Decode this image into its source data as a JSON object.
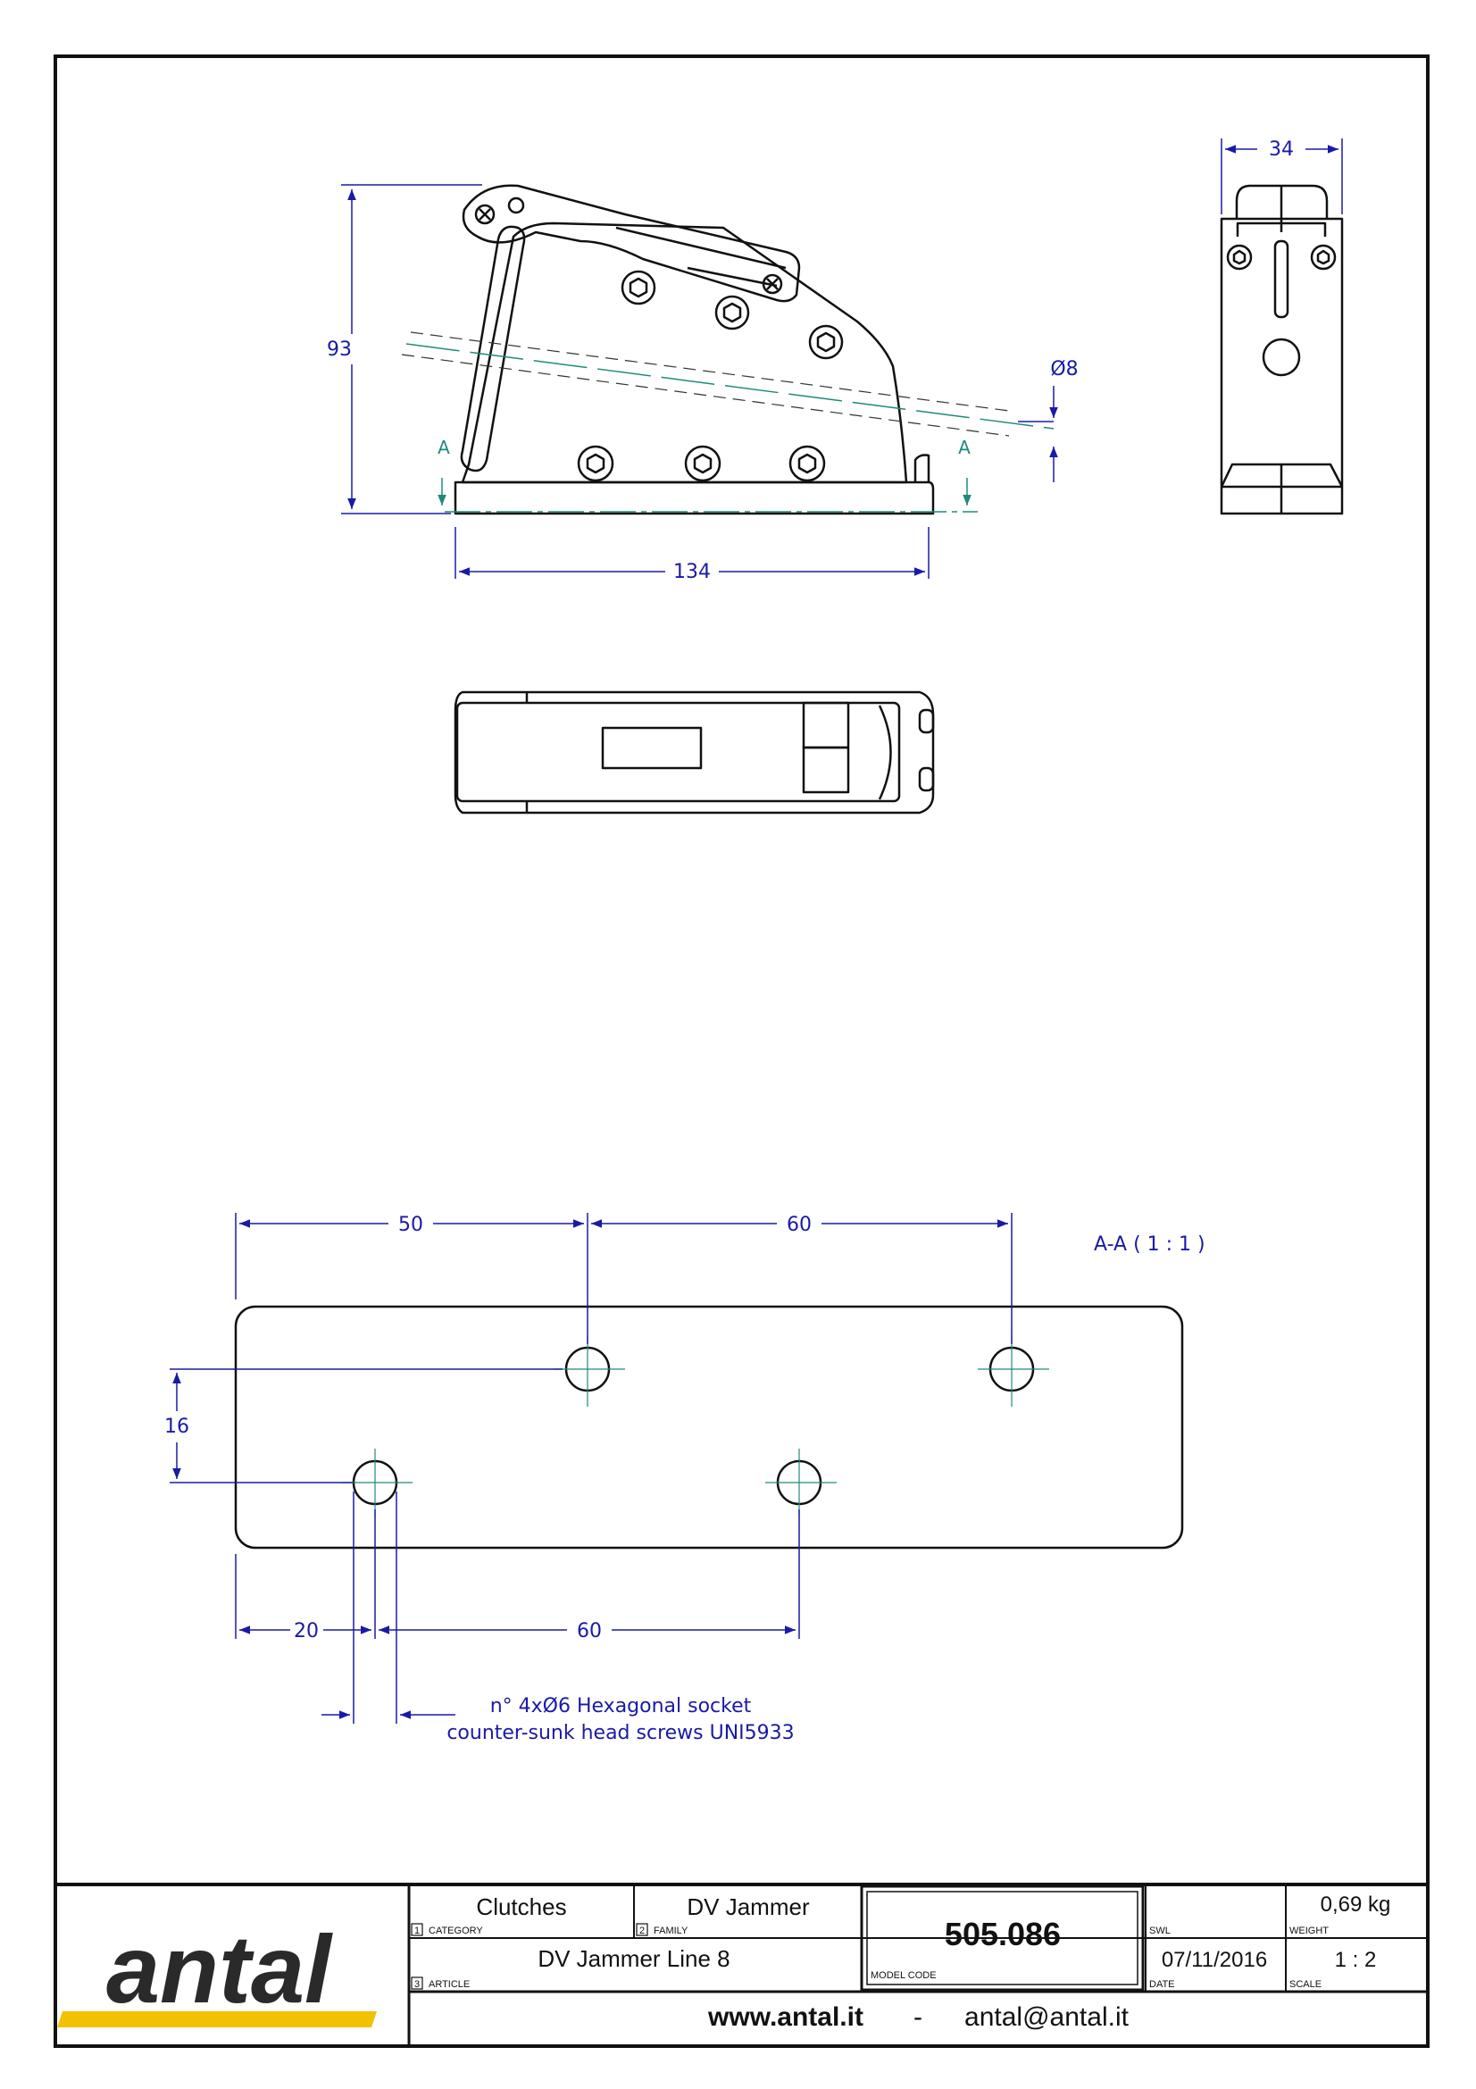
{
  "drawing": {
    "dims": {
      "height": "93",
      "width_top": "34",
      "diameter": "Ø8",
      "length": "134",
      "section_mark": "A",
      "hole_spacing_a": "50",
      "hole_spacing_b": "60",
      "hole_offset_y": "16",
      "hole_offset_x": "20",
      "hole_spacing_c": "60"
    },
    "section_title": "A-A ( 1 : 1 )",
    "screw_note_line1": "n° 4xØ6 Hexagonal socket",
    "screw_note_line2": "counter-sunk head screws UNI5933"
  },
  "title_block": {
    "logo_text": "antal",
    "category_value": "Clutches",
    "category_num": "1",
    "category_label": "CATEGORY",
    "family_value": "DV Jammer",
    "family_num": "2",
    "family_label": "FAMILY",
    "article_value": "DV Jammer Line 8",
    "article_num": "3",
    "article_label": "ARTICLE",
    "model_code": "505.086",
    "model_code_label": "MODEL CODE",
    "swl_label": "SWL",
    "weight_value": "0,69 kg",
    "weight_label": "WEIGHT",
    "date_value": "07/11/2016",
    "date_label": "DATE",
    "scale_value": "1 : 2",
    "scale_label": "SCALE",
    "website": "www.antal.it",
    "separator": "-",
    "email": "antal@antal.it"
  },
  "colors": {
    "dimension": "#1a1aa8",
    "centerline": "#1f8a7a",
    "outline": "#111111",
    "logo_bar": "#f2c200"
  }
}
